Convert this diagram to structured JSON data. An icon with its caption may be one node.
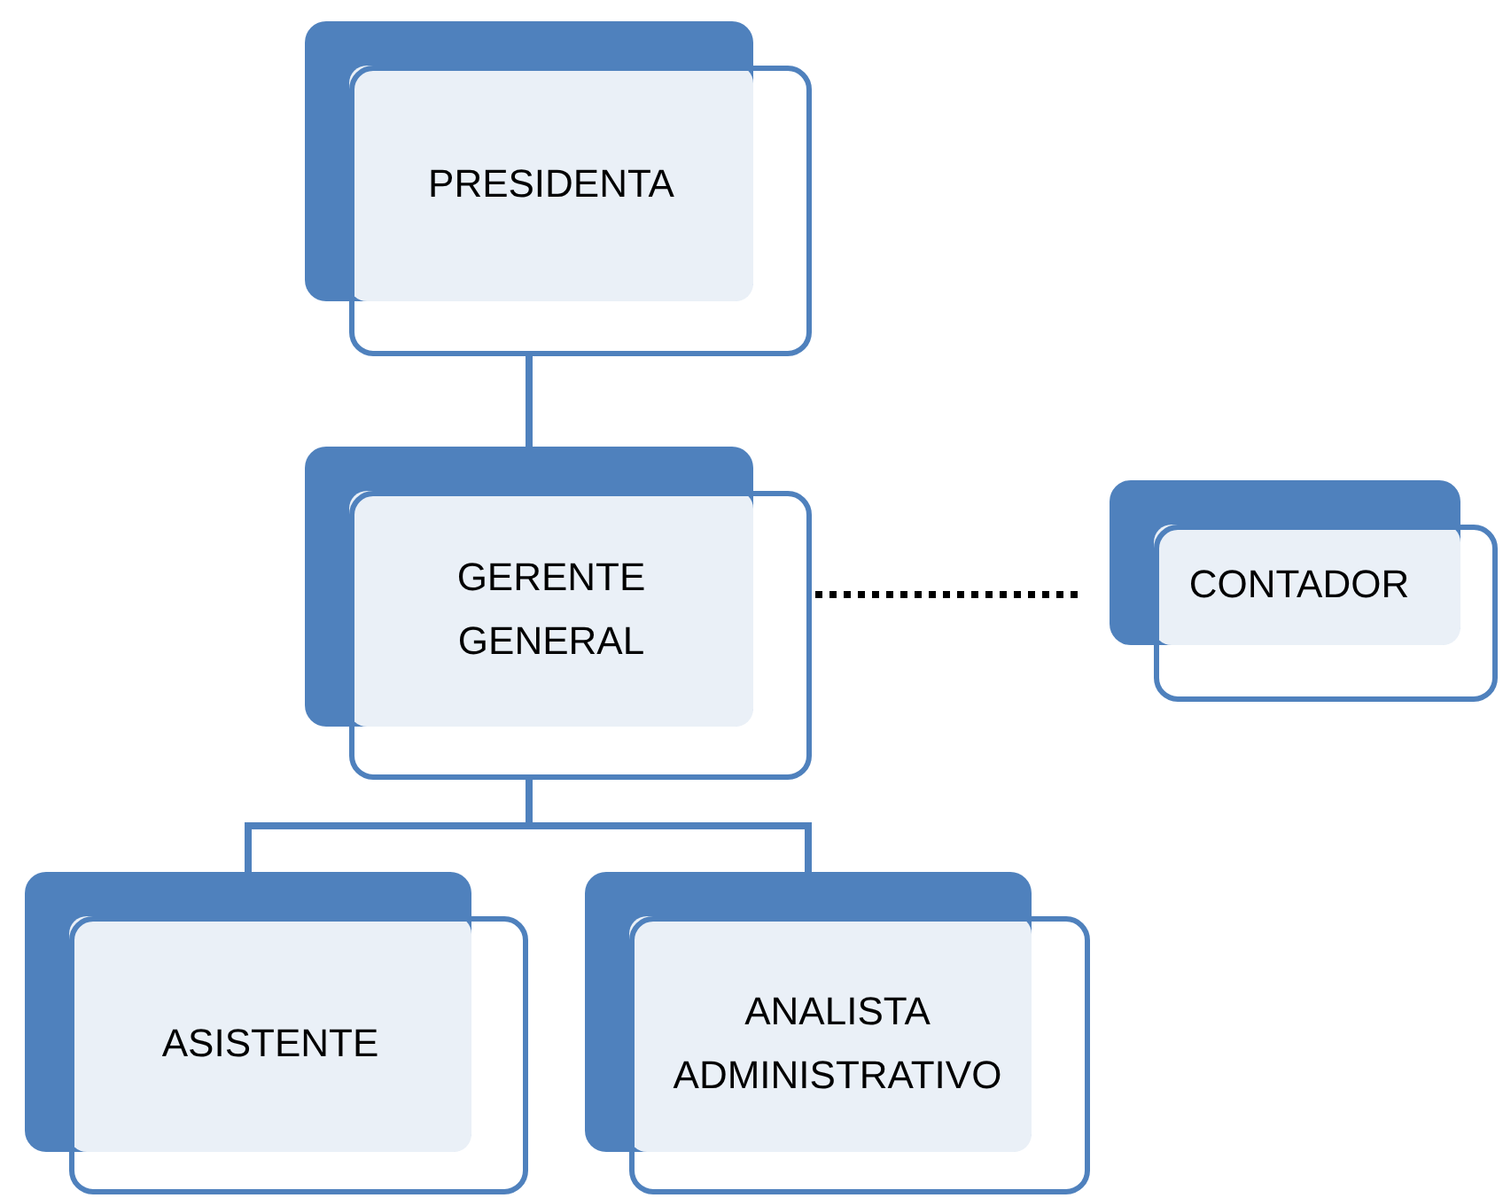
{
  "diagram": {
    "nodes": [
      {
        "text": [
          "PRESIDENTA"
        ]
      },
      {
        "text": [
          "GERENTE GENERAL"
        ]
      },
      {
        "text": [
          "CONTADOR"
        ]
      },
      {
        "text": [
          "ASISTENTE"
        ]
      },
      {
        "text": [
          "ANALISTA ADMINISTRATIVO"
        ]
      }
    ],
    "edges": [
      {
        "from": 0,
        "to": 1,
        "arrow": "none"
      },
      {
        "from": 1,
        "to": 2,
        "arrow": "none",
        "style": "dashed",
        "color": "#000000"
      },
      {
        "from": 1,
        "to": 3,
        "arrow": "none"
      },
      {
        "from": 1,
        "to": 4,
        "arrow": "none"
      }
    ]
  }
}
